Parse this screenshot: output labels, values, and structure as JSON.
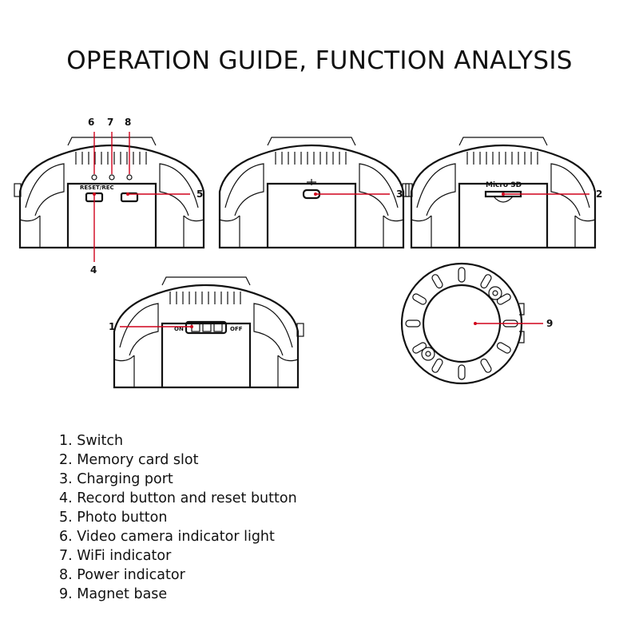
{
  "title": "OPERATION GUIDE, FUNCTION ANALYSIS",
  "callouts": {
    "c1": "1",
    "c2": "2",
    "c3": "3",
    "c4": "4",
    "c5": "5",
    "c6": "6",
    "c7": "7",
    "c8": "8",
    "c9": "9"
  },
  "device_labels": {
    "reset_rec": "RESET/REC",
    "micro_sd": "Micro SD",
    "on": "ON",
    "off": "OFF"
  },
  "legend": [
    "1. Switch",
    "2. Memory card slot",
    "3. Charging port",
    "4. Record button and reset button",
    "5. Photo button",
    "6. Video camera indicator light",
    "7. WiFi indicator",
    "8. Power indicator",
    "9. Magnet base"
  ],
  "colors": {
    "callout_line": "#d0021b",
    "outline": "#111111"
  }
}
